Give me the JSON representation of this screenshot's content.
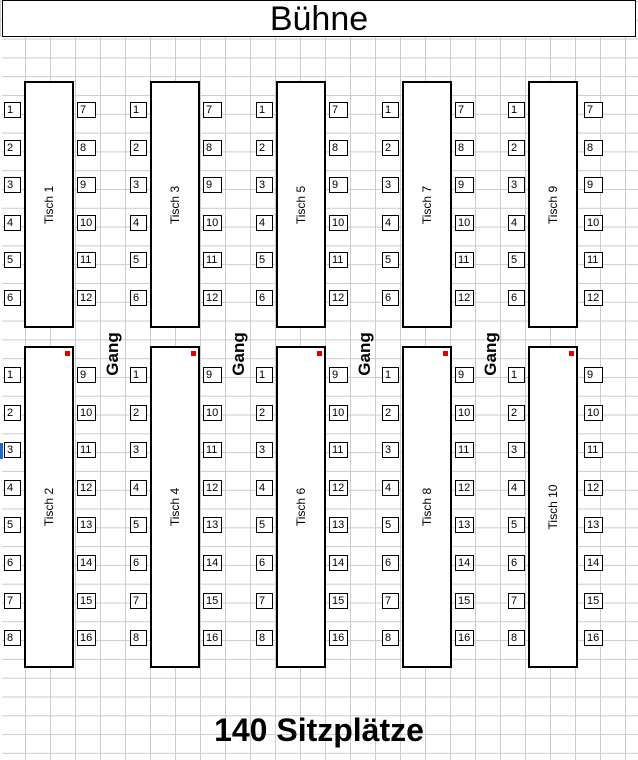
{
  "stage_label": "Bühne",
  "aisle_label": "Gang",
  "total_label": "140 Sitzplätze",
  "colors": {
    "marker": "#e00000",
    "grid": "#c9ccd1",
    "selection": "#1b6ac9"
  },
  "top_row": {
    "tables": [
      "Tisch 1",
      "Tisch 3",
      "Tisch 5",
      "Tisch 7",
      "Tisch 9"
    ],
    "left_seats": [
      "1",
      "2",
      "3",
      "4",
      "5",
      "6"
    ],
    "right_seats": [
      "7",
      "8",
      "9",
      "10",
      "11",
      "12"
    ]
  },
  "bottom_row": {
    "tables": [
      "Tisch 2",
      "Tisch 4",
      "Tisch 6",
      "Tisch 8",
      "Tisch 10"
    ],
    "left_seats": [
      "1",
      "2",
      "3",
      "4",
      "5",
      "6",
      "7",
      "8"
    ],
    "right_seats": [
      "9",
      "10",
      "11",
      "12",
      "13",
      "14",
      "15",
      "16"
    ]
  }
}
